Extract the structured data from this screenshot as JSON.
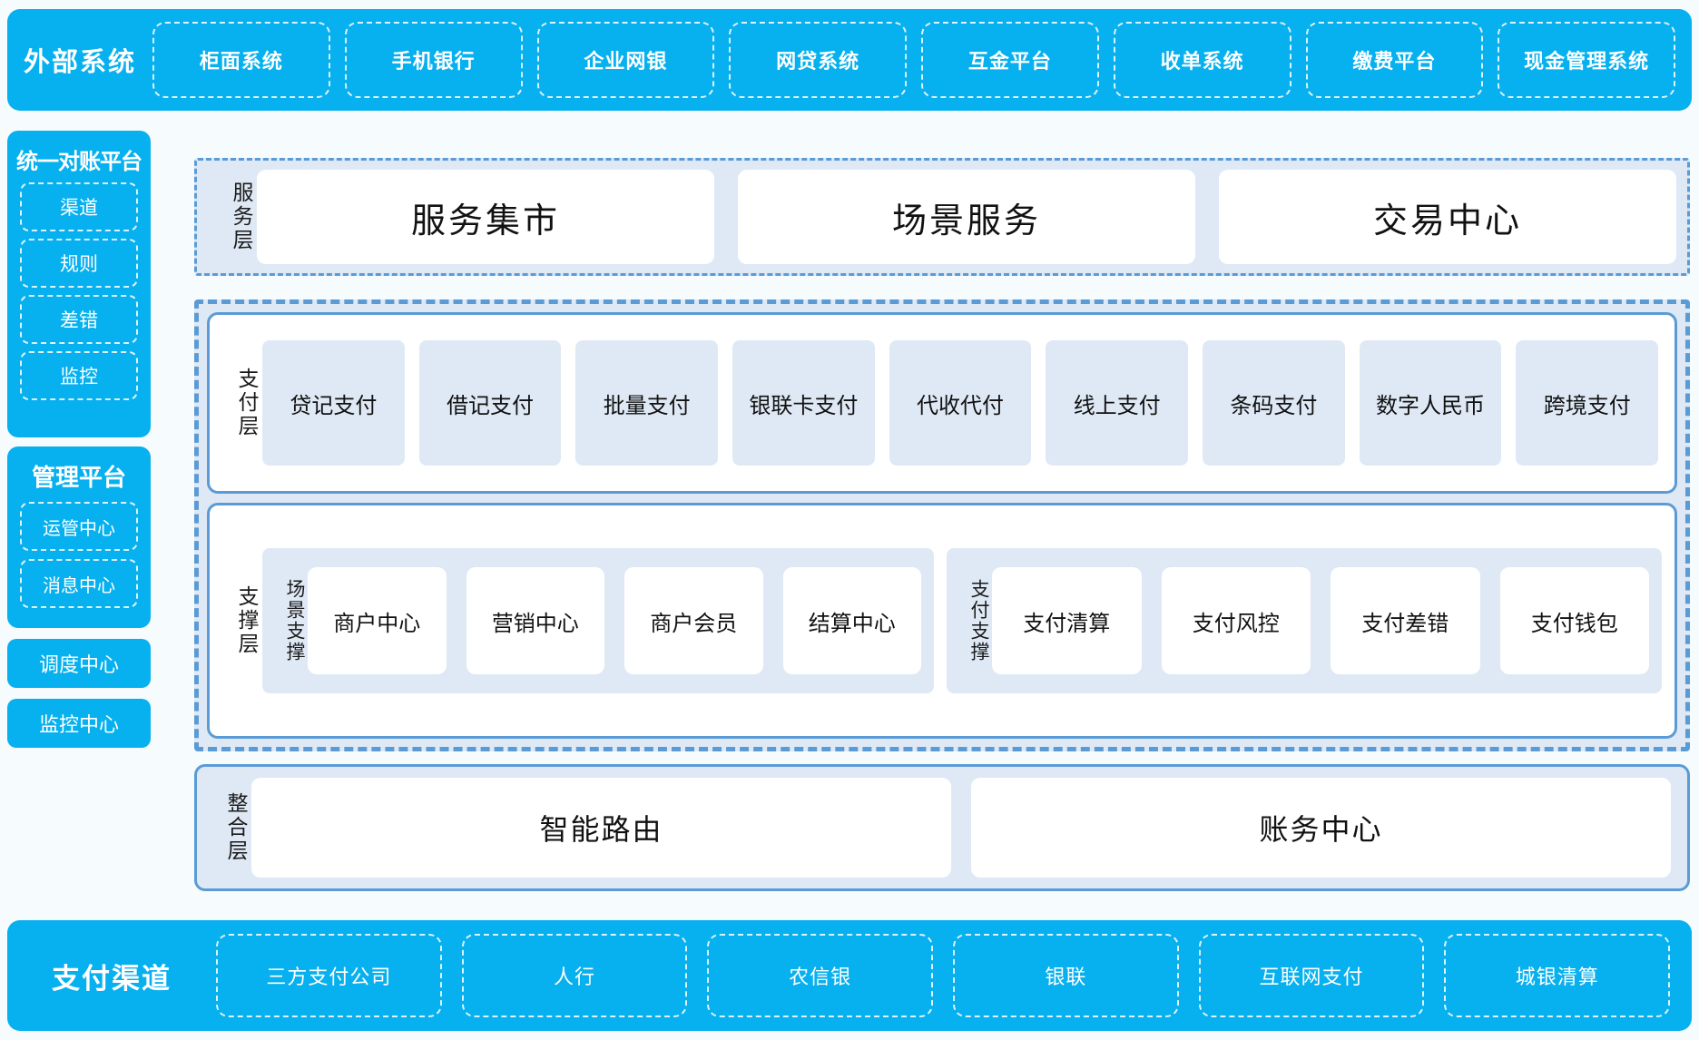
{
  "colors": {
    "brand_blue": "#07B0EE",
    "layer_fill": "#DFE9F5",
    "layer_border": "#5B9BD5",
    "page_bg": "#F6FBFD",
    "box_white": "#FFFFFF"
  },
  "external": {
    "title": "外部系统",
    "items": [
      {
        "label": "柜面系统"
      },
      {
        "label": "手机银行"
      },
      {
        "label": "企业网银"
      },
      {
        "label": "网贷系统"
      },
      {
        "label": "互金平台"
      },
      {
        "label": "收单系统"
      },
      {
        "label": "缴费平台"
      },
      {
        "label": "现金管理系统"
      }
    ]
  },
  "sidebar": {
    "recon": {
      "title": "统一对账平台",
      "items": [
        {
          "label": "渠道"
        },
        {
          "label": "规则"
        },
        {
          "label": "差错"
        },
        {
          "label": "监控"
        }
      ]
    },
    "manage": {
      "title": "管理平台",
      "items": [
        {
          "label": "运管中心"
        },
        {
          "label": "消息中心"
        }
      ]
    },
    "standalone": [
      {
        "label": "调度中心"
      },
      {
        "label": "监控中心"
      }
    ]
  },
  "service_layer": {
    "label": "服务层",
    "items": [
      {
        "label": "服务集市"
      },
      {
        "label": "场景服务"
      },
      {
        "label": "交易中心"
      }
    ]
  },
  "pay_layer": {
    "label": "支付层",
    "items": [
      {
        "label": "贷记支付"
      },
      {
        "label": "借记支付"
      },
      {
        "label": "批量支付"
      },
      {
        "label": "银联卡支付"
      },
      {
        "label": "代收代付"
      },
      {
        "label": "线上支付"
      },
      {
        "label": "条码支付"
      },
      {
        "label": "数字人民币"
      },
      {
        "label": "跨境支付"
      }
    ]
  },
  "support_layer": {
    "label": "支撑层",
    "groups": [
      {
        "label": "场景支撑",
        "items": [
          {
            "label": "商户中心"
          },
          {
            "label": "营销中心"
          },
          {
            "label": "商户会员"
          },
          {
            "label": "结算中心"
          }
        ]
      },
      {
        "label": "支付支撑",
        "items": [
          {
            "label": "支付清算"
          },
          {
            "label": "支付风控"
          },
          {
            "label": "支付差错"
          },
          {
            "label": "支付钱包"
          }
        ]
      }
    ]
  },
  "integration_layer": {
    "label": "整合层",
    "items": [
      {
        "label": "智能路由"
      },
      {
        "label": "账务中心"
      }
    ]
  },
  "channel": {
    "title": "支付渠道",
    "items": [
      {
        "label": "三方支付公司"
      },
      {
        "label": "人行"
      },
      {
        "label": "农信银"
      },
      {
        "label": "银联"
      },
      {
        "label": "互联网支付"
      },
      {
        "label": "城银清算"
      }
    ]
  }
}
